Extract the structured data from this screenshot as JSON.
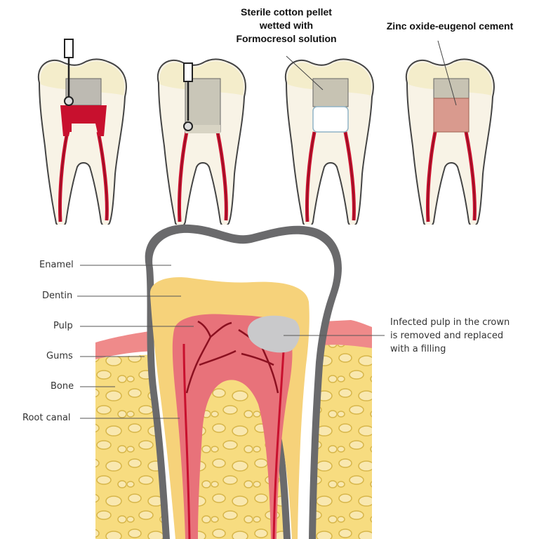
{
  "top_panel": {
    "steps": [
      {
        "name": "step-1-drill"
      },
      {
        "name": "step-2-drill"
      },
      {
        "name": "step-3-cotton-pellet"
      },
      {
        "name": "step-4-cement"
      }
    ],
    "labels": {
      "pellet": [
        "Sterile cotton pellet",
        "wetted with",
        "Formocresol solution"
      ],
      "cement": "Zinc oxide-eugenol cement"
    }
  },
  "anatomy": {
    "labels": {
      "enamel": "Enamel",
      "dentin": "Dentin",
      "pulp": "Pulp",
      "gums": "Gums",
      "bone": "Bone",
      "root_canal": "Root canal"
    },
    "note": [
      "Infected pulp in the crown",
      "is removed and replaced",
      "with a filling"
    ]
  },
  "colors": {
    "pulp_red": "#c8102e",
    "enamel_grey": "#5f5f60",
    "dentin_yellow": "#f6d27a",
    "gum_pink": "#ef8a8a",
    "bone_yellow": "#f7dc80",
    "cement_pink": "#d99a8e",
    "tooth_cream": "#f6f0dc"
  }
}
